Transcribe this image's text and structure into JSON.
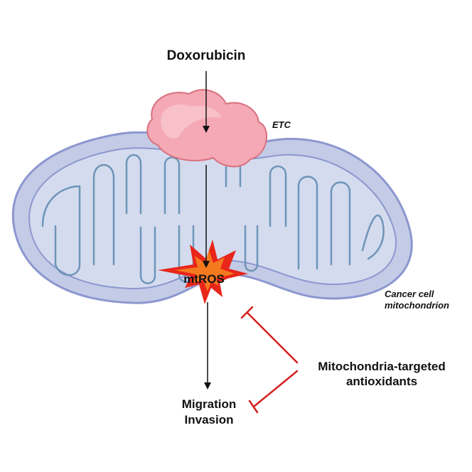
{
  "labels": {
    "drug": "Doxorubicin",
    "etc": "ETC",
    "ros": "mtROS",
    "organelle_line1": "Cancer cell",
    "organelle_line2": "mitochondrion",
    "outcome_line1": "Migration",
    "outcome_line2": "Invasion",
    "inhibitor_line1": "Mitochondria-targeted",
    "inhibitor_line2": "antioxidants"
  },
  "colors": {
    "outer_membrane_fill": "#c3cbe6",
    "outer_membrane_stroke": "#8c97cf",
    "matrix_fill": "#d4dbee",
    "cristae_stroke": "#6e95b8",
    "etc_fill": "#f4a9b4",
    "etc_highlight": "#f8c4cb",
    "etc_stroke": "#d9707f",
    "burst_outer": "#e8261a",
    "burst_inner": "#f5791f",
    "inhibition": "#d42020",
    "arrow": "#111111"
  }
}
